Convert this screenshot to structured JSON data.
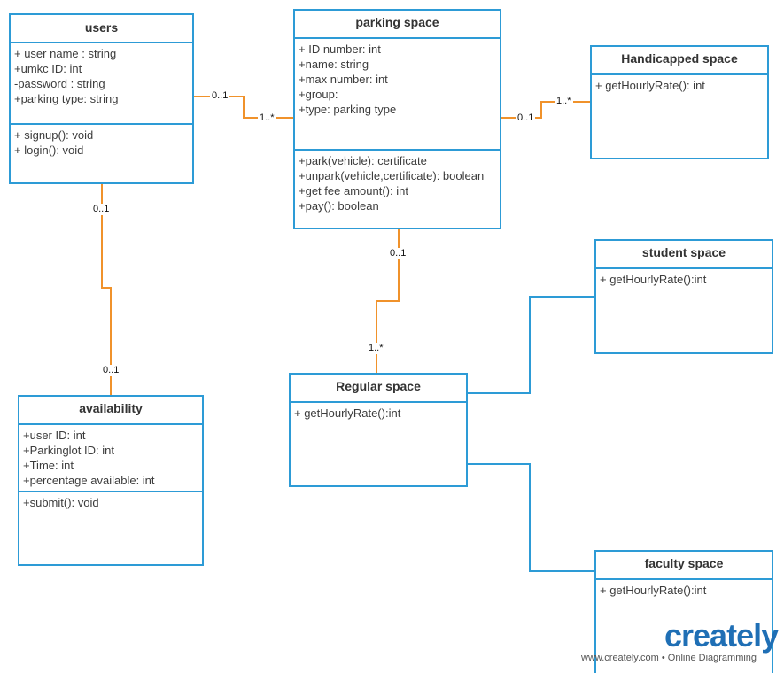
{
  "classes": {
    "users": {
      "name": "users",
      "attributes": [
        "+ user name : string",
        "+umkc ID: int",
        "-password : string",
        "+parking type: string"
      ],
      "methods": [
        "+ signup(): void",
        "+ login(): void"
      ]
    },
    "parking_space": {
      "name": "parking space",
      "attributes": [
        "+ ID number: int",
        "+name: string",
        "+max number: int",
        "+group:",
        "+type: parking type"
      ],
      "methods": [
        "+park(vehicle): certificate",
        "+unpark(vehicle,certificate): boolean",
        "+get fee amount(): int",
        "+pay(): boolean"
      ]
    },
    "handicapped_space": {
      "name": "Handicapped space",
      "methods": [
        "+ getHourlyRate(): int"
      ]
    },
    "student_space": {
      "name": "student space",
      "methods": [
        "+ getHourlyRate():int"
      ]
    },
    "regular_space": {
      "name": "Regular space",
      "methods": [
        "+ getHourlyRate():int"
      ]
    },
    "availability": {
      "name": "availability",
      "attributes": [
        "+user ID: int",
        "+Parkinglot ID: int",
        "+Time: int",
        "+percentage available: int"
      ],
      "methods": [
        "+submit(): void"
      ]
    },
    "faculty_space": {
      "name": "faculty space",
      "methods": [
        "+ getHourlyRate():int"
      ]
    }
  },
  "multiplicities": {
    "users_parking_a": "0..1",
    "users_parking_b": "1..*",
    "parking_handicapped_a": "0..1",
    "parking_handicapped_b": "1..*",
    "users_availability_a": "0..1",
    "users_availability_b": "0..1",
    "parking_regular_a": "0..1",
    "parking_regular_b": "1..*"
  },
  "colors": {
    "class_border": "#2d9bd6",
    "association": "#f0922b",
    "generalization": "#2d9bd6"
  },
  "watermark": {
    "logo": "creately",
    "tagline": "www.creately.com • Online Diagramming"
  }
}
